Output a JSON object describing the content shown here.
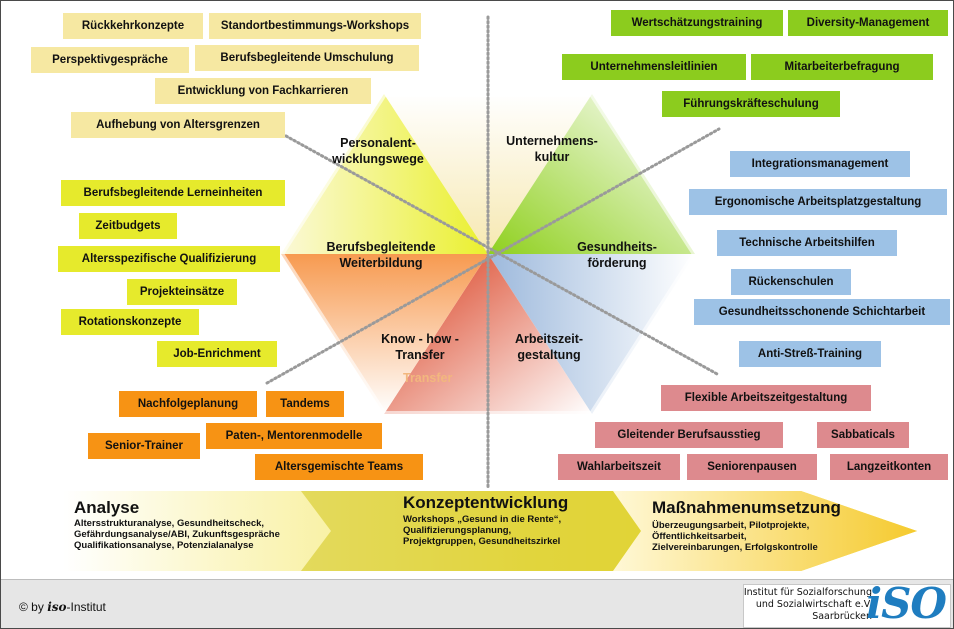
{
  "hexagon": {
    "segments": [
      {
        "lines": [
          "Personalent-",
          "wicklungswege"
        ]
      },
      {
        "lines": [
          "Unternehmens-",
          "kultur"
        ]
      },
      {
        "lines": [
          "Gesundheits-",
          "förderung"
        ]
      },
      {
        "lines": [
          "Arbeitszeit-",
          "gestaltung"
        ]
      },
      {
        "lines": [
          "Know - how -",
          "Transfer"
        ]
      },
      {
        "lines": [
          "Berufsbegleitende",
          "Weiterbildung"
        ]
      }
    ],
    "ghost_label": "Transfer"
  },
  "tags": {
    "personalentwicklung": [
      "Rückkehrkonzepte",
      "Standortbestimmungs-Workshops",
      "Perspektivgespräche",
      "Berufsbegleitende Umschulung",
      "Entwicklung von Fachkarrieren",
      "Aufhebung von Altersgrenzen"
    ],
    "kultur": [
      "Wertschätzungstraining",
      "Diversity-Management",
      "Unternehmensleitlinien",
      "Mitarbeiterbefragung",
      "Führungskräfteschulung"
    ],
    "gesundheit": [
      "Integrationsmanagement",
      "Ergonomische Arbeitsplatzgestaltung",
      "Technische Arbeitshilfen",
      "Rückenschulen",
      "Gesundheitsschonende Schichtarbeit",
      "Anti-Streß-Training"
    ],
    "arbeitszeit": [
      "Flexible Arbeitszeitgestaltung",
      "Gleitender Berufsausstieg",
      "Sabbaticals",
      "Wahlarbeitszeit",
      "Seniorenpausen",
      "Langzeitkonten"
    ],
    "knowhow": [
      "Nachfolgeplanung",
      "Tandems",
      "Paten-, Mentorenmodelle",
      "Senior-Trainer",
      "Altersgemischte Teams"
    ],
    "weiterbildung": [
      "Berufsbegleitende Lerneinheiten",
      "Zeitbudgets",
      "Altersspezifische Qualifizierung",
      "Projekteinsätze",
      "Rotationskonzepte",
      "Job-Enrichment"
    ]
  },
  "phases": [
    {
      "title": "Analyse",
      "lines": [
        "Altersstrukturanalyse, Gesundheitscheck,",
        "Gefährdungsanalyse/ABI, Zukunftsgespräche",
        "Qualifikationsanalyse, Potenzialanalyse"
      ]
    },
    {
      "title": "Konzeptentwicklung",
      "lines": [
        "Workshops „Gesund in die Rente“,",
        "Qualifizierungsplanung,",
        "Projektgruppen, Gesundheitszirkel"
      ]
    },
    {
      "title": "Maßnahmenumsetzung",
      "lines": [
        "Überzeugungsarbeit, Pilotprojekte,",
        "Öffentlichkeitsarbeit,",
        "Zielvereinbarungen, Erfolgskontrolle"
      ]
    }
  ],
  "footer": {
    "copyright_prefix": "© by ",
    "copyright_brand": "iso",
    "copyright_suffix": "-Institut",
    "institute_lines": [
      "Institut für Sozialforschung",
      "und Sozialwirtschaft e.V.",
      "Saarbrücken"
    ],
    "logo_text": "iSO"
  },
  "colors": {
    "personalentwicklung": "#f6e8a2",
    "weiterbildung": "#e6ea2c",
    "kultur": "#8ccc1e",
    "gesundheit": "#9dc2e6",
    "knowhow": "#f79314",
    "arbeitszeit": "#dd8a8e",
    "logo": "#1f7dc0"
  }
}
